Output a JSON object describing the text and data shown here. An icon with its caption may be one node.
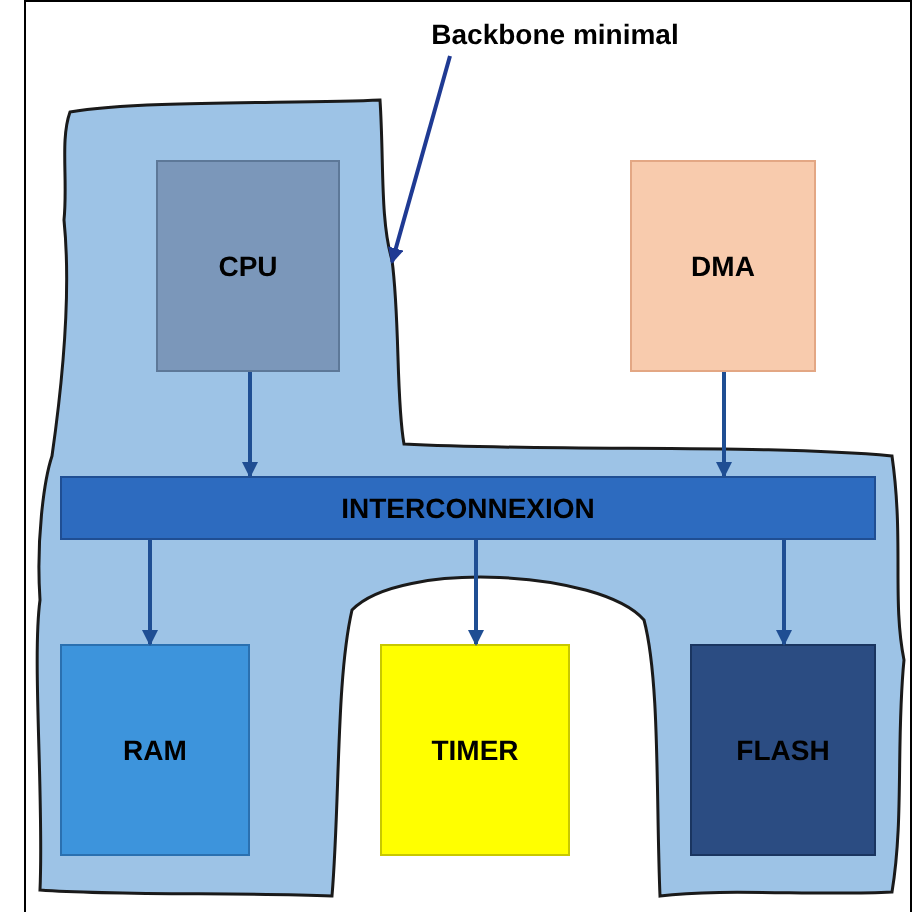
{
  "diagram": {
    "nodes": [
      {
        "text": [
          "Backbone minimal"
        ]
      },
      {
        "text": [],
        "shape": "cloud"
      },
      {
        "text": [
          "CPU"
        ],
        "in": 1
      },
      {
        "text": [
          "DMA"
        ],
        "in": 1
      },
      {
        "text": [
          "INTERCONNEXION"
        ],
        "in": 1
      },
      {
        "text": [
          "RAM"
        ],
        "in": 1
      },
      {
        "text": [
          "TIMER"
        ],
        "in": 1
      },
      {
        "text": [
          "FLASH"
        ],
        "in": 1
      }
    ],
    "edges": [
      {
        "from": 0,
        "to": 1,
        "arrow": "to"
      },
      {
        "from": 2,
        "to": 4,
        "arrow": "to"
      },
      {
        "from": 3,
        "to": 4,
        "arrow": "to"
      },
      {
        "from": 4,
        "to": 5,
        "arrow": "to"
      },
      {
        "from": 4,
        "to": 6,
        "arrow": "to"
      },
      {
        "from": 4,
        "to": 7,
        "arrow": "to"
      }
    ]
  }
}
